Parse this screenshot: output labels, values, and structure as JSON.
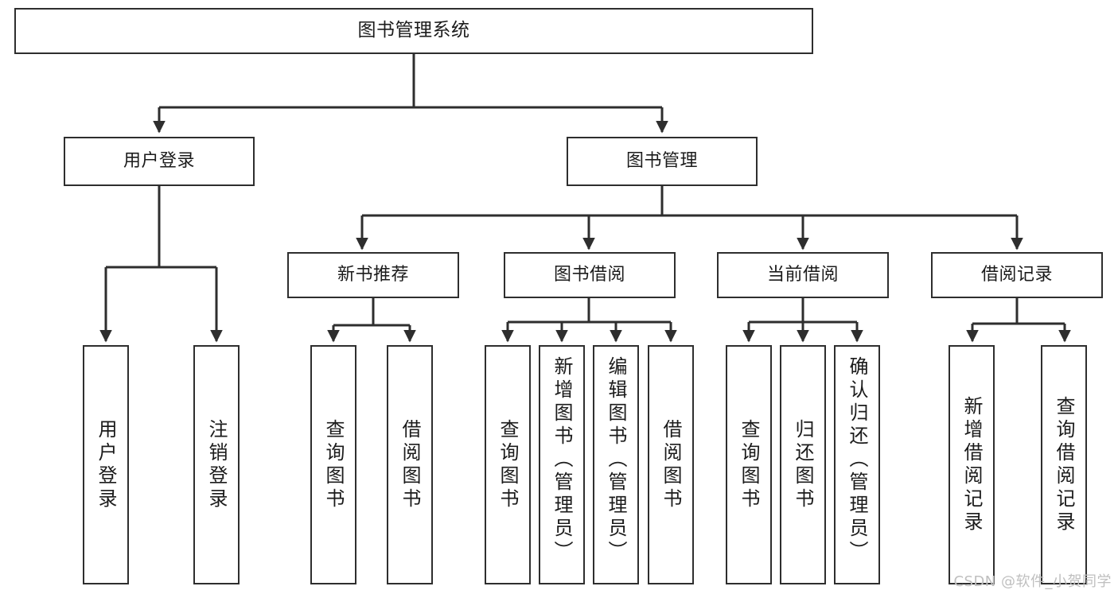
{
  "diagram": {
    "title": "图书管理系统",
    "type": "tree",
    "background_color": "#ffffff",
    "border_color": "#2e2e2e",
    "text_color": "#1b1b1b",
    "levels": {
      "root": {
        "label": "图书管理系统"
      },
      "level1": [
        {
          "label": "用户登录"
        },
        {
          "label": "图书管理"
        }
      ],
      "level2": [
        {
          "label": "新书推荐"
        },
        {
          "label": "图书借阅"
        },
        {
          "label": "当前借阅"
        },
        {
          "label": "借阅记录"
        }
      ],
      "leaves": {
        "user_login": [
          {
            "label": "用户登录"
          },
          {
            "label": "注销登录"
          }
        ],
        "new_book_recommend": [
          {
            "label": "查询图书"
          },
          {
            "label": "借阅图书"
          }
        ],
        "book_borrow": [
          {
            "label": "查询图书"
          },
          {
            "label": "新增图书（管理员）"
          },
          {
            "label": "编辑图书（管理员）"
          },
          {
            "label": "借阅图书"
          }
        ],
        "current_borrow": [
          {
            "label": "查询图书"
          },
          {
            "label": "归还图书"
          },
          {
            "label": "确认归还（管理员）"
          }
        ],
        "borrow_record": [
          {
            "label": "新增借阅记录"
          },
          {
            "label": "查询借阅记录"
          }
        ]
      }
    }
  },
  "watermark": {
    "text": "CSDN @软件_小贺同学",
    "color": "#bfbfbf"
  }
}
